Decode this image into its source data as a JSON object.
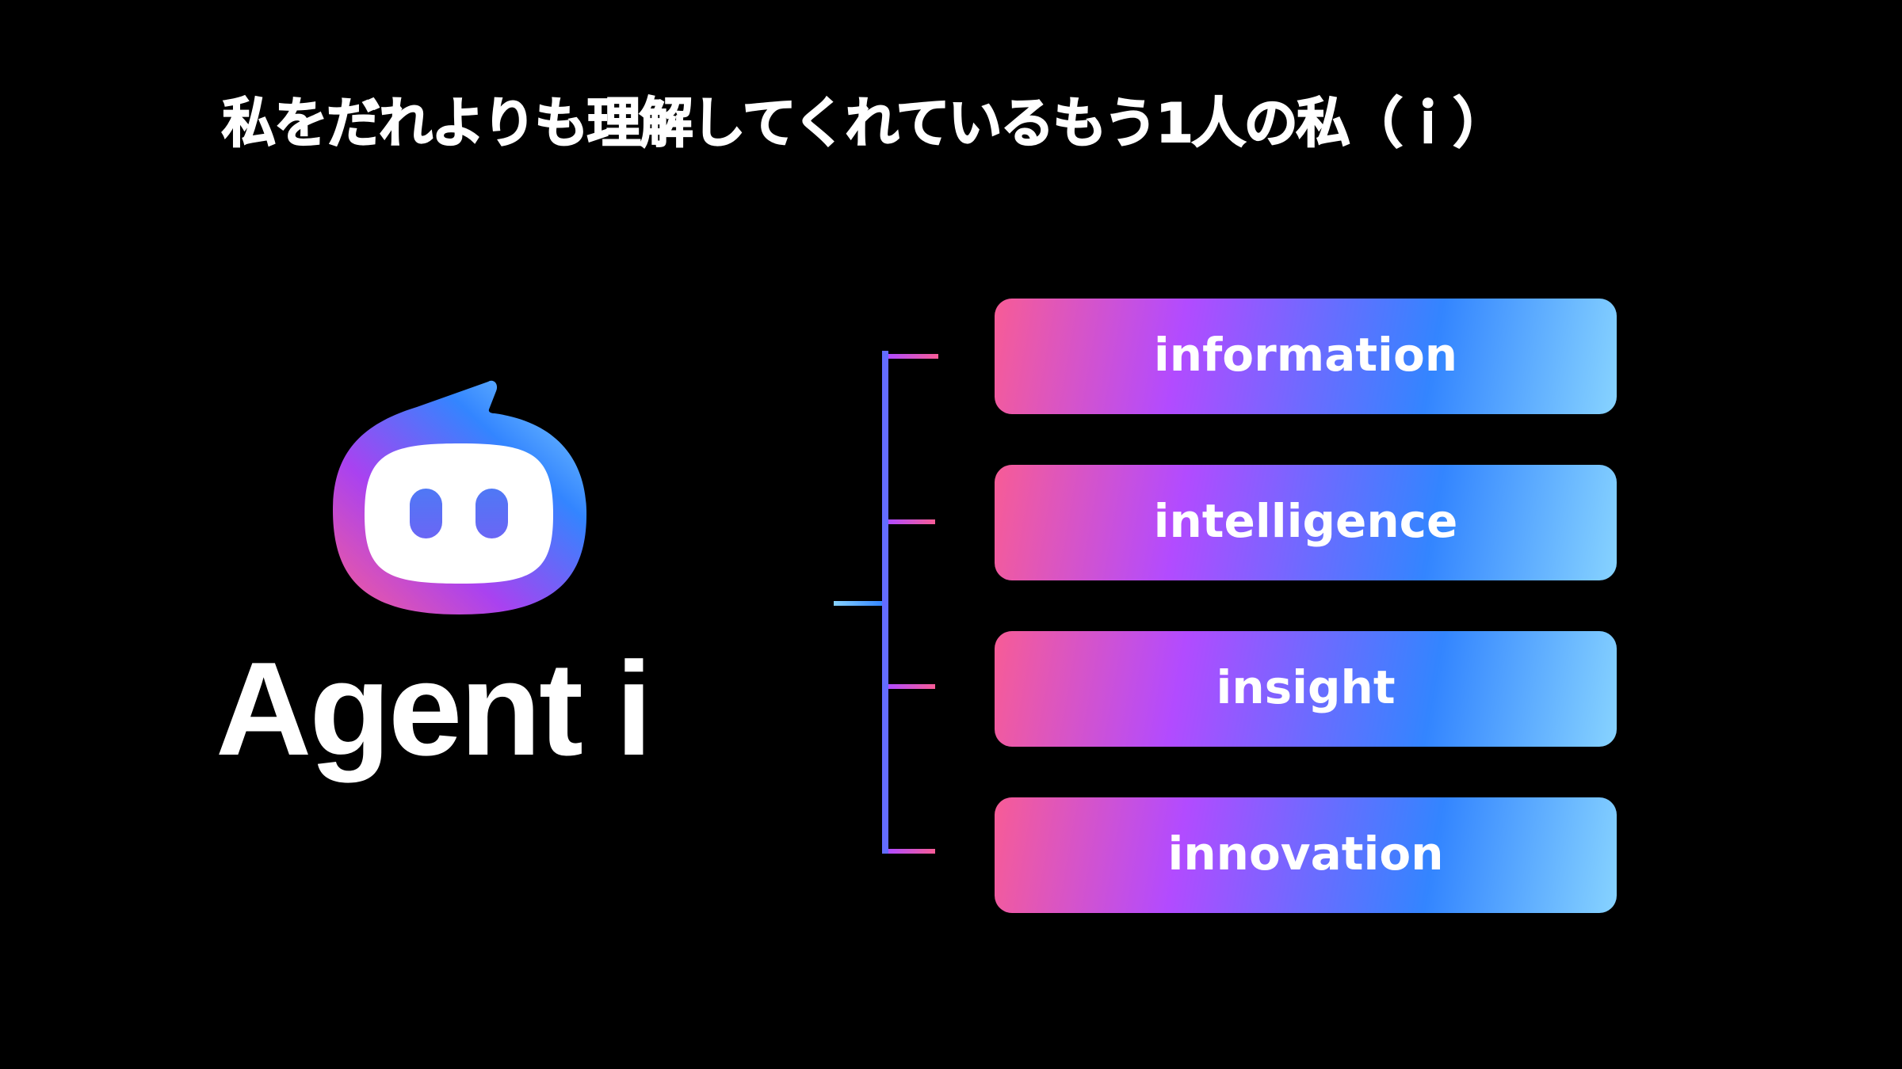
{
  "slide": {
    "title": "私をだれよりも理解してくれているもう1人の私（ｉ）",
    "background_color": "#000000"
  },
  "logo": {
    "icon": "agent-i-robot-speech-bubble-icon",
    "brand_name": "Agent i",
    "gradient_colors": [
      "#f75c96",
      "#a942f0",
      "#3385ff",
      "#87d3ff"
    ],
    "face_color": "#ffffff",
    "eye_color": "#5f6af5"
  },
  "bracket": {
    "gradient_colors": [
      "#87d3ff",
      "#3385ff",
      "#6a6cff",
      "#b24bff",
      "#f75c96"
    ]
  },
  "pillars": [
    {
      "label": "information"
    },
    {
      "label": "intelligence"
    },
    {
      "label": "insight"
    },
    {
      "label": "innovation"
    }
  ],
  "pill_gradient": [
    "#f75c96",
    "#b24bff",
    "#3385ff",
    "#87d3ff"
  ]
}
